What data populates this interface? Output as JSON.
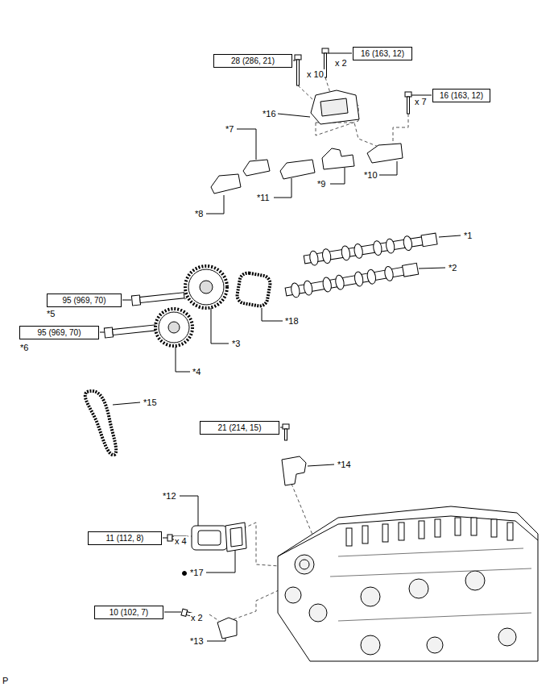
{
  "diagram": {
    "nodes": [
      {
        "text": [
          "28 (286, 21)"
        ]
      },
      {
        "text": [
          "16 (163, 12)"
        ]
      },
      {
        "text": [
          "16 (163, 12)"
        ]
      },
      {
        "text": [
          "95 (969, 70)"
        ]
      },
      {
        "text": [
          "95 (969, 70)"
        ]
      },
      {
        "text": [
          "21 (214, 15)"
        ]
      },
      {
        "text": [
          "11 (112, 8)"
        ]
      },
      {
        "text": [
          "10 (102, 7)"
        ]
      }
    ],
    "labels": [
      "x 10",
      "x 2",
      "x 7",
      "*16",
      "*7",
      "*10",
      "*11",
      "*9",
      "*8",
      "*1",
      "*2",
      "*5",
      "*6",
      "*3",
      "*18",
      "*4",
      "*15",
      "*14",
      "*12",
      "x 4",
      "*17",
      "x 2",
      "*13",
      "P"
    ]
  }
}
